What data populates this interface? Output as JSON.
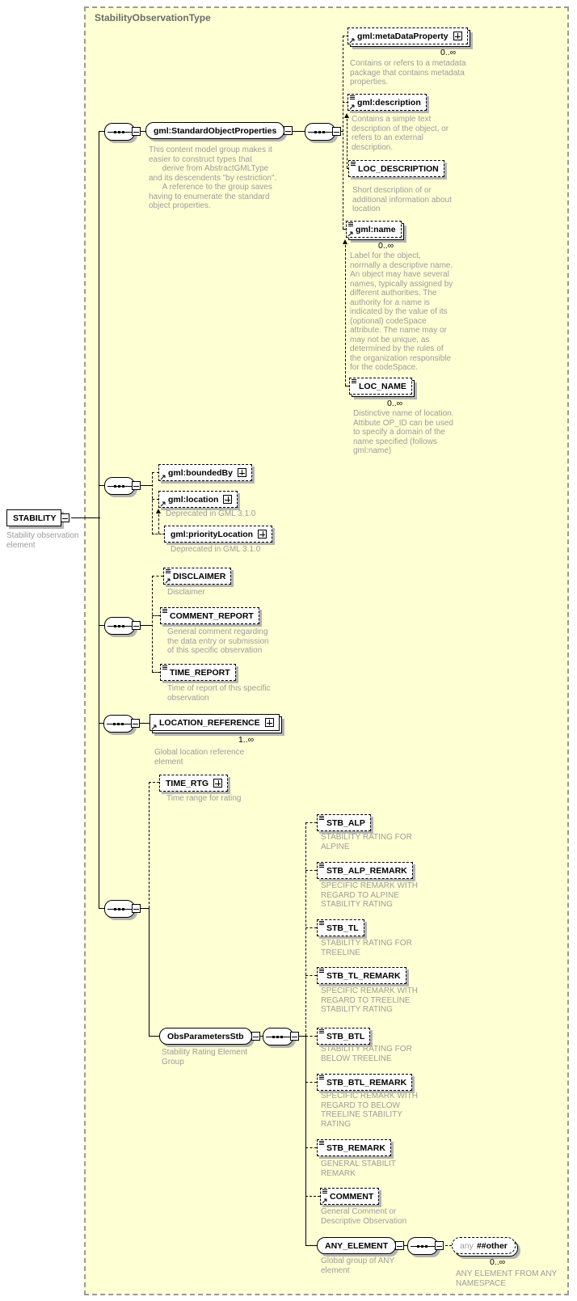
{
  "title": "StabilityObservationType",
  "nodes": {
    "stability": {
      "label": "STABILITY",
      "desc": "Stability observation\nelement"
    },
    "std_props": {
      "label": "gml:StandardObjectProperties",
      "desc": "This content model group makes it\neasier to construct types that\n      derive from AbstractGMLType\nand its descendents \"by restriction\".\n      A reference to the group saves\nhaving to enumerate the standard\nobject properties."
    },
    "meta": {
      "label": "gml:metaDataProperty",
      "occurs": "0..∞",
      "desc": "Contains or refers to a metadata\npackage that contains metadata\nproperties."
    },
    "description": {
      "label": "gml:description",
      "desc": "Contains a simple text\ndescription of the object, or\nrefers to an external\ndescription."
    },
    "loc_desc": {
      "label": "LOC_DESCRIPTION",
      "desc": "Short description of or\nadditional information about\nlocation"
    },
    "name": {
      "label": "gml:name",
      "occurs": "0..∞",
      "desc": "Label for the object,\nnormally a descriptive name.\nAn object may have several\nnames, typically assigned by\ndifferent authorities.  The\nauthority for a name is\nindicated by the value of its\n(optional) codeSpace\nattribute.  The name may or\nmay not be unique, as\ndetermined by the rules of\nthe organization responsible\nfor the codeSpace."
    },
    "loc_name": {
      "label": "LOC_NAME",
      "occurs": "0..∞",
      "desc": "Distinctive name of location.\nAttibute OP_ID can be used\nto specify a domain of the\nname specified (follows\ngml:name)"
    },
    "bounded": {
      "label": "gml:boundedBy"
    },
    "location": {
      "label": "gml:location",
      "desc": "Deprecated in GML 3.1.0"
    },
    "priority": {
      "label": "gml:priorityLocation",
      "desc": "Deprecated in GML 3.1.0"
    },
    "disclaimer": {
      "label": "DISCLAIMER",
      "desc": "Disclaimer"
    },
    "comment_report": {
      "label": "COMMENT_REPORT",
      "desc": "General comment regarding\nthe data entry or submission\nof this specific observation"
    },
    "time_report": {
      "label": "TIME_REPORT",
      "desc": "Time of report of this specific\nobservation"
    },
    "loc_ref": {
      "label": "LOCATION_REFERENCE",
      "occurs": "1..∞",
      "desc": "Global location reference\nelement"
    },
    "time_rtg": {
      "label": "TIME_RTG",
      "desc": "Time range for rating"
    },
    "obs_params": {
      "label": "ObsParametersStb",
      "desc": "Stability Rating Element\nGroup"
    },
    "stb_alp": {
      "label": "STB_ALP",
      "desc": "STABILITY RATING FOR\nALPINE"
    },
    "stb_alp_rem": {
      "label": "STB_ALP_REMARK",
      "desc": "SPECIFIC REMARK WITH\nREGARD TO ALPINE\nSTABILITY RATING"
    },
    "stb_tl": {
      "label": "STB_TL",
      "desc": "STABILITY RATING FOR\nTREELINE"
    },
    "stb_tl_rem": {
      "label": "STB_TL_REMARK",
      "desc": "SPECIFIC REMARK WITH\nREGARD TO TREELINE\nSTABILITY RATING"
    },
    "stb_btl": {
      "label": "STB_BTL",
      "desc": "STABILITY RATING FOR\nBELOW TREELINE"
    },
    "stb_btl_rem": {
      "label": "STB_BTL_REMARK",
      "desc": "SPECIFIC REMARK WITH\nREGARD TO BELOW\nTREELINE STABILITY\nRATING"
    },
    "stb_rem": {
      "label": "STB_REMARK",
      "desc": "GENERAL STABILIT\nREMARK"
    },
    "comment": {
      "label": "COMMENT",
      "desc": "General Comment or\nDescriptive Observation"
    },
    "any_el": {
      "label": "ANY_ELEMENT",
      "desc": "Global group of ANY\nelement"
    },
    "any_other": {
      "prefix": "any",
      "label": "##other",
      "occurs": "0..∞",
      "desc": "ANY ELEMENT FROM ANY\nNAMESPACE"
    }
  },
  "colors": {
    "panel_bg": "#ffffd4",
    "annotation": "#9c9c9c",
    "shadow": "#b4b4b4",
    "title": "#6b6b6b"
  }
}
